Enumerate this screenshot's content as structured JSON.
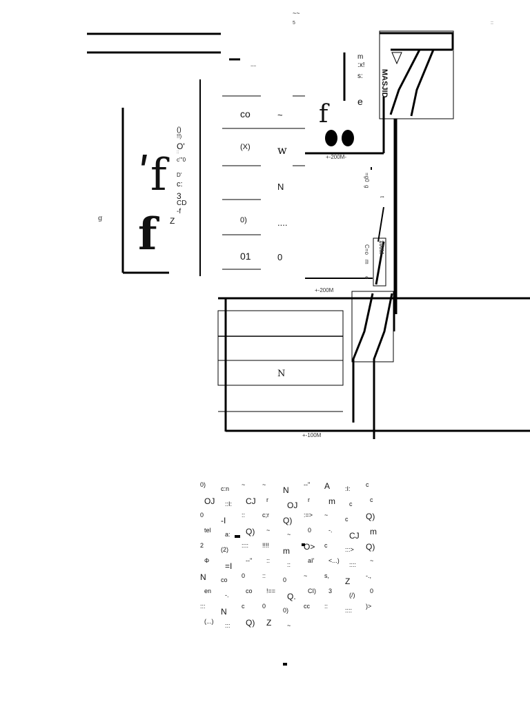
{
  "labels": {
    "masjid": "MASJID",
    "road_200m_top": "+-200M-",
    "road_200m_mid": "+-200M",
    "road_100m": "+-100M",
    "road_100m_vertical": "100M",
    "plot_n": "N"
  },
  "top_marks": {
    "tilde": "~~",
    "tiny_left": "5",
    "tiny_right": "::"
  },
  "left_block": {
    "glyph_f1": "ʹf",
    "glyph_f2": "f",
    "tiny_g": "g",
    "column_text": [
      "()",
      "!!)",
      "O'",
      "::",
      "c'''0",
      "D'",
      "c:",
      "3",
      "CD",
      "-f",
      "Z"
    ]
  },
  "mid_table": {
    "top_note": "~~",
    "rows": [
      {
        "left": "co",
        "right": "~"
      },
      {
        "left": "(X)",
        "right": "w"
      },
      {
        "left": "",
        "right": "N"
      },
      {
        "left": "0)",
        "right": "...."
      },
      {
        "left": "01",
        "right": "0"
      }
    ],
    "big_f": "f"
  },
  "masjid_panel": {
    "small_texts": [
      "m",
      ":x!",
      "s:",
      "e"
    ]
  },
  "right_vertical": {
    "texts": [
      "=g0",
      "g",
      "t",
      "C=o",
      "m",
      "e"
    ]
  },
  "lower_plot": {
    "n_label": "N"
  },
  "legend": {
    "cells": [
      "0)",
      "c:n",
      "~",
      "~",
      "N",
      "--''",
      "A",
      ":I:",
      "c",
      "OJ",
      "::I:",
      "CJ",
      "r",
      "OJ",
      "r",
      "m",
      "c",
      "c",
      "0",
      "-I",
      "::",
      "c;r",
      "Q)",
      ":=>",
      "~",
      "c",
      "Q)",
      "tel",
      "a:",
      "Q)",
      "~",
      "~",
      "0",
      "-.",
      "CJ",
      "m",
      "2",
      "(2)",
      "::::",
      "!!!!",
      "m",
      "O>",
      "c",
      ":::>",
      "Q)",
      "Φ",
      "=I",
      "--''",
      "::",
      "::",
      "aI'",
      "<...)",
      "::::",
      "~",
      "N",
      "co",
      "0",
      "::",
      "0",
      "~",
      "s,",
      "Z",
      "-.,",
      "en",
      "-.",
      "co",
      "!==",
      "Q.",
      "CI)",
      "3",
      "(/)",
      "0",
      ":::",
      "N",
      "c",
      "0",
      "0)",
      "cc",
      "::",
      "::::",
      ")>",
      "(...)",
      ":::",
      "Q)",
      "Z",
      "~"
    ]
  }
}
